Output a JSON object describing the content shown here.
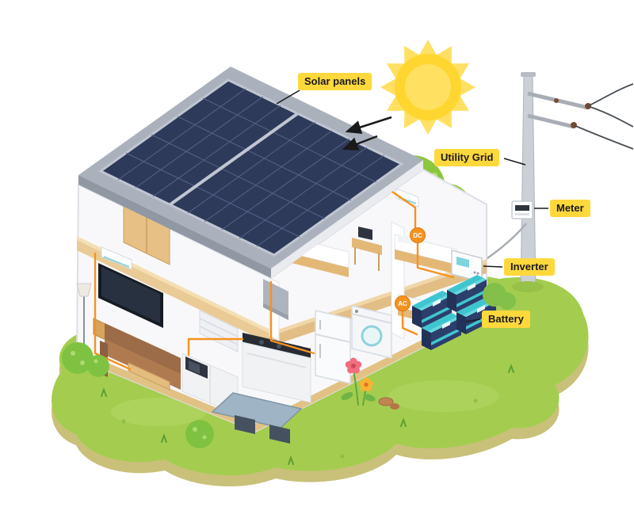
{
  "labels": {
    "solar_panels": "Solar panels",
    "utility_grid": "Utility Grid",
    "meter": "Meter",
    "inverter": "Inverter",
    "battery": "Battery"
  },
  "badges": {
    "dc": "DC",
    "ac": "AC"
  },
  "colors": {
    "label_bg": "#FFD83C",
    "wire_orange": "#F6921E",
    "panel_navy": "#2E3A59",
    "grass_green": "#A4CD4F",
    "sun_yellow": "#FFD630",
    "battery_teal": "#3EC6D0"
  }
}
